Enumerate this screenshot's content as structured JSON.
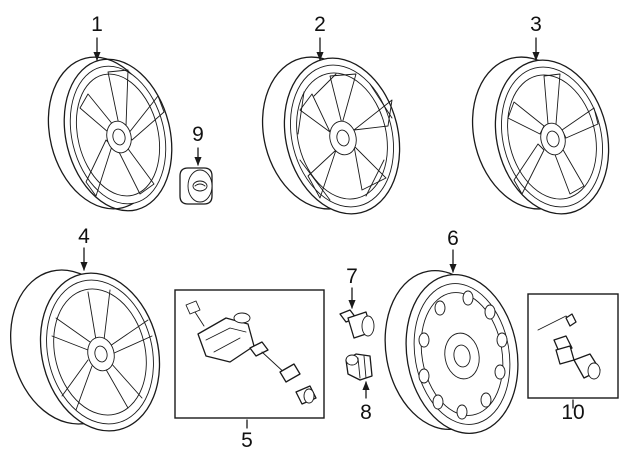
{
  "callouts": {
    "c1": "1",
    "c2": "2",
    "c3": "3",
    "c4": "4",
    "c5": "5",
    "c6": "6",
    "c7": "7",
    "c8": "8",
    "c9": "9",
    "c10": "10"
  },
  "parts": {
    "p1": "wheel-icon",
    "p2": "wheel-icon",
    "p3": "wheel-icon",
    "p4": "wheel-icon",
    "p5": "tire-pressure-sensor-kit-icon",
    "p6": "spare-wheel-icon",
    "p7": "valve-stem-icon",
    "p8": "valve-cap-icon",
    "p9": "center-cap-icon",
    "p10": "wheel-lock-kit-icon"
  },
  "line_color": "#1a1a1a",
  "background": "#ffffff"
}
